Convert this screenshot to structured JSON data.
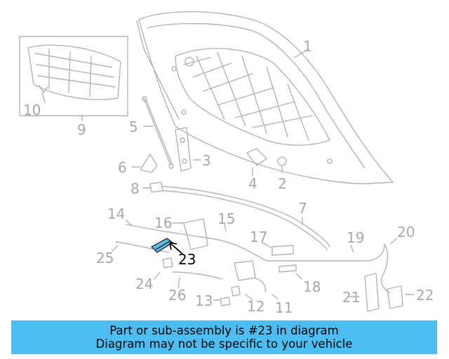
{
  "colors": {
    "line_art": "#b4b4b4",
    "callout_text": "#a8a8a8",
    "highlight_part": "#5bbde0",
    "highlight_text": "#000000",
    "banner_background": "#4dbdf2",
    "banner_text": "#000000"
  },
  "callouts": [
    "1",
    "2",
    "3",
    "4",
    "5",
    "6",
    "7",
    "8",
    "9",
    "10",
    "11",
    "12",
    "13",
    "14",
    "15",
    "16",
    "17",
    "18",
    "19",
    "20",
    "21",
    "22",
    "23",
    "24",
    "25",
    "26"
  ],
  "highlighted_part": "23",
  "banner": {
    "line1": "Part or sub-assembly is #23 in diagram",
    "line2": "Diagram may not be specific to your vehicle"
  }
}
